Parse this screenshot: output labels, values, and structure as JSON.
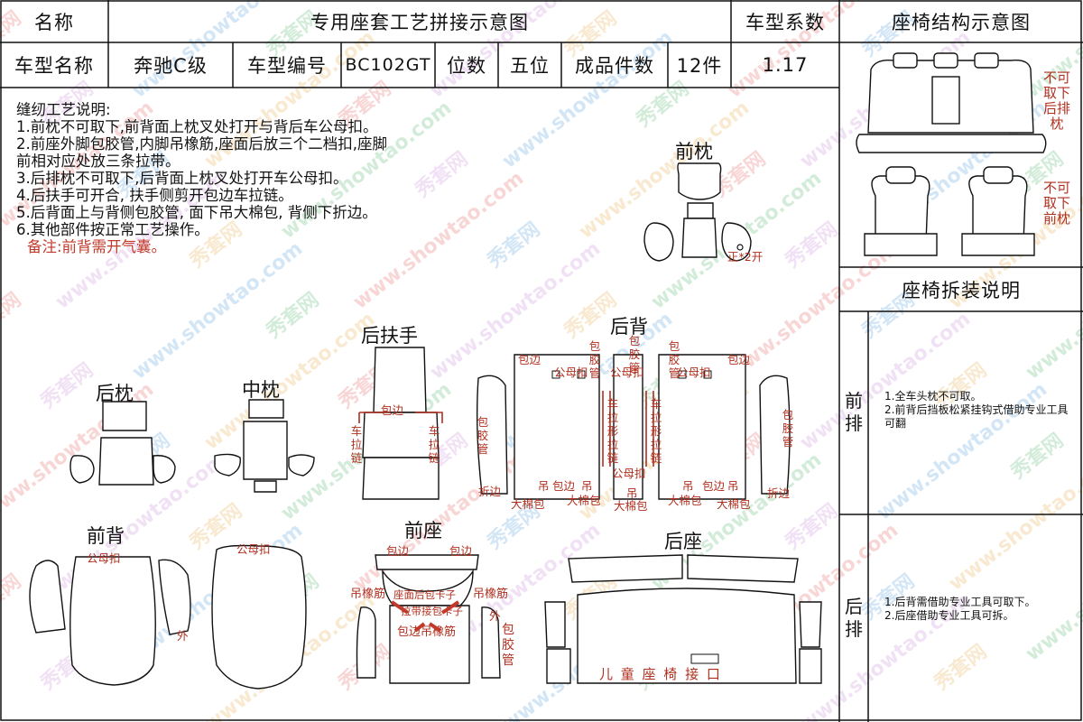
{
  "header": {
    "name_label": "名称",
    "title": "专用座套工艺拼接示意图",
    "coef_label": "车型系数",
    "structure_title": "座椅结构示意图",
    "model_name_label": "车型名称",
    "model_name": "奔驰C级",
    "model_code_label": "车型编号",
    "model_code": "BC102GT",
    "seats_label": "位数",
    "seats": "五位",
    "pieces_label": "成品件数",
    "pieces": "12件",
    "coef": "1.17"
  },
  "notes": {
    "title": "缝纫工艺说明:",
    "items": [
      "1.前枕不可取下,前背面上枕叉处打开与背后车公母扣。",
      "2.前座外脚包胶管,内脚吊橡筋,座面后放三个二档扣,座脚",
      "前相对应处放三条拉带。",
      "3.后排枕不可取下,后背面上枕叉处打开车公母扣。",
      "4.后扶手可开合, 扶手侧剪开包边车拉链。",
      "5.后背面上与背侧包胶管, 面下吊大棉包, 背侧下折边。",
      "6.其他部件按正常工艺操作。"
    ],
    "remark": "备注:前背需开气囊。"
  },
  "structure": {
    "rear_note": "不可取下后排枕",
    "front_note": "不可取下前枕"
  },
  "removal": {
    "title": "座椅拆装说明",
    "front_label": "前排",
    "front_items": [
      "1.全车头枕不可取。",
      "2.前背后挡板松紧挂钩式借助专业工具可翻"
    ],
    "rear_label": "后排",
    "rear_items": [
      "1.后背需借助专业工具可取下。",
      "2.后座借助专业工具可拆。"
    ]
  },
  "watermark": {
    "cn": "秀套网",
    "url": "www.showtao.com"
  },
  "parts": {
    "front_headrest": {
      "title": "前枕",
      "tag": "正*2开"
    },
    "rear_headrest": {
      "title": "后枕"
    },
    "mid_headrest": {
      "title": "中枕"
    },
    "rear_armrest": {
      "title": "后扶手",
      "edge": "包边",
      "zip_left": "车拉链",
      "zip_right": "车拉链"
    },
    "rear_back": {
      "title": "后背",
      "edge_l": "包边",
      "edge_r": "包边",
      "tube_c": "包胶管",
      "tube_l": "包胶管",
      "tube_r": "包胶管",
      "snap_l": "公母扣",
      "snap_c": "公母扣",
      "snap_r": "公母扣",
      "snap_bottom": "公母扣",
      "zip_l": "车拉形拉链",
      "zip_r": "车拉形拉链",
      "side_tube_l": "包胶管",
      "side_tube_r": "包胶管",
      "fold_l": "折边",
      "fold_r": "折边",
      "hang_1": "吊",
      "hang_1b": "大棉包",
      "edge_b1": "包边",
      "hang_2": "吊",
      "hang_2b": "大棉包",
      "hang_3": "吊",
      "hang_3b": "大棉包",
      "hang_4": "吊",
      "hang_4b": "大棉包",
      "edge_b2": "包边",
      "hang_5": "吊",
      "hang_5b": "大棉包"
    },
    "front_back": {
      "title": "前背",
      "snap_1": "公母扣",
      "snap_2": "公母扣",
      "outer": "外"
    },
    "front_seat": {
      "title": "前座",
      "edge_1": "包边",
      "edge_2": "包边",
      "elastic_l": "吊橡筋",
      "elastic_r": "吊橡筋",
      "mid_text": "座面后包卡子",
      "strap": "拉带接包卡子",
      "edge_elastic": "包边吊橡筋",
      "outer": "外",
      "tube": "包胶管"
    },
    "rear_seat": {
      "title": "后座",
      "child": "儿 童 座 椅 接 口"
    }
  }
}
